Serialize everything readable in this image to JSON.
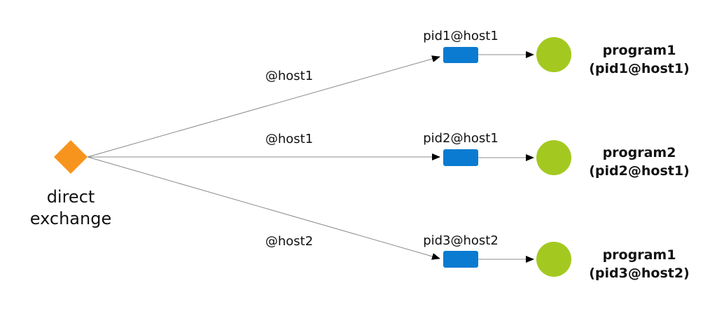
{
  "colors": {
    "exchange": "#f7941d",
    "queue": "#0a7bd1",
    "consumer": "#a3c920",
    "edge": "#8c8c8c",
    "arrow": "#000000",
    "text": "#111111"
  },
  "exchange": {
    "label_line1": "direct",
    "label_line2": "exchange"
  },
  "bindings": [
    {
      "edge_label": "@host1",
      "queue_label": "pid1@host1",
      "consumer_line1": "program1",
      "consumer_line2": "(pid1@host1)"
    },
    {
      "edge_label": "@host1",
      "queue_label": "pid2@host1",
      "consumer_line1": "program2",
      "consumer_line2": "(pid2@host1)"
    },
    {
      "edge_label": "@host2",
      "queue_label": "pid3@host2",
      "consumer_line1": "program1",
      "consumer_line2": "(pid3@host2)"
    }
  ]
}
